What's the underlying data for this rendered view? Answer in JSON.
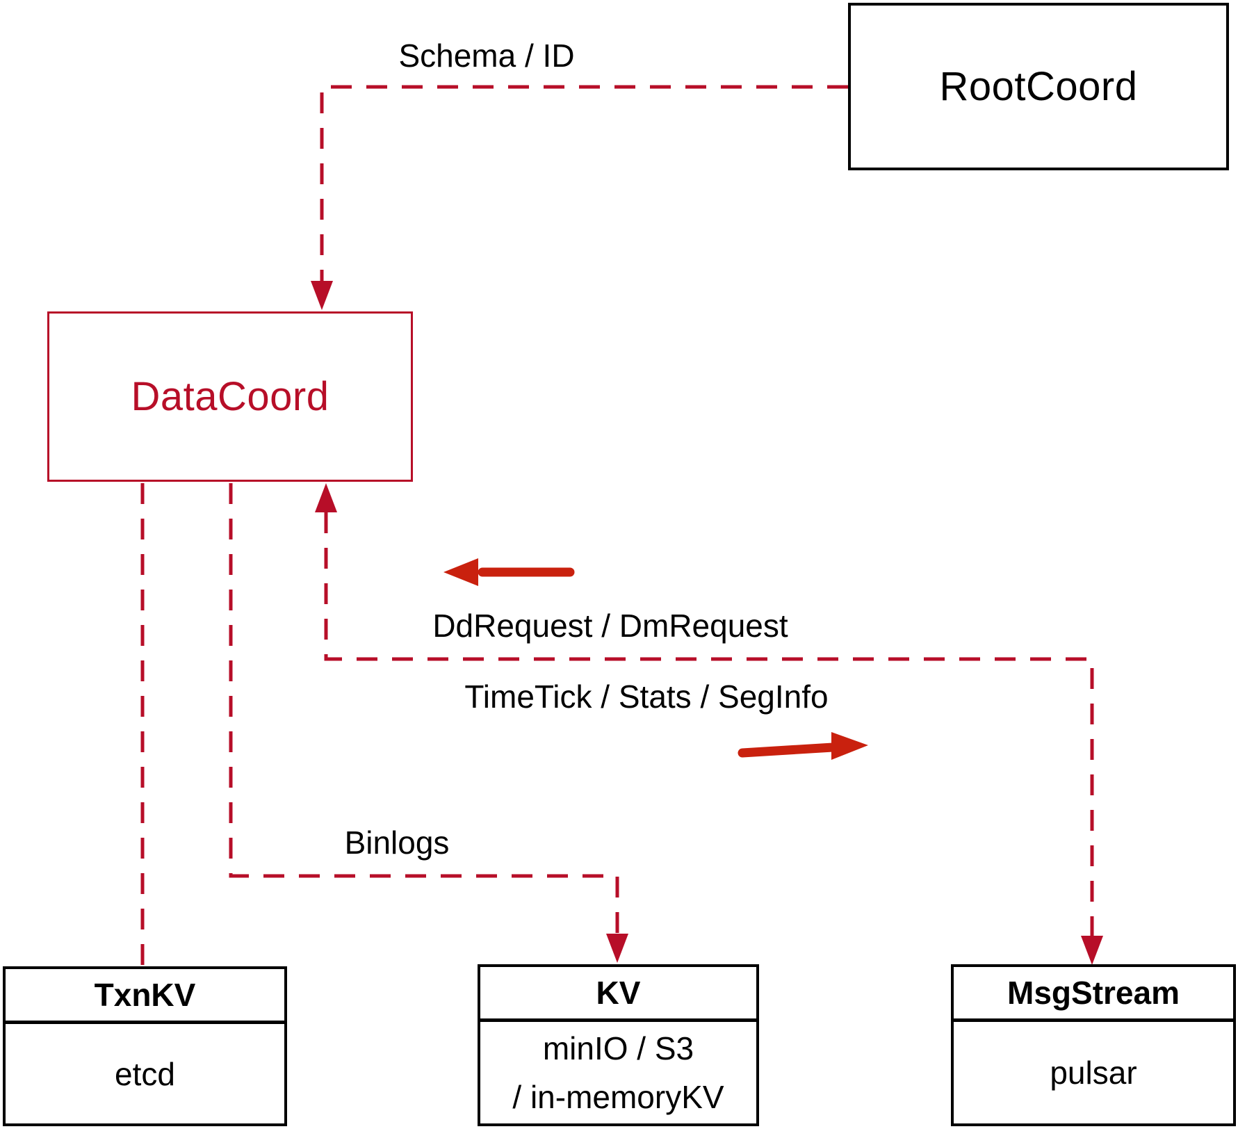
{
  "colors": {
    "line": "#b70e28",
    "arrow": "#c9210e",
    "ink": "#000000",
    "paper": "#ffffff"
  },
  "nodes": {
    "rootcoord": {
      "title": "RootCoord"
    },
    "datacoord": {
      "title": "DataCoord"
    },
    "txnkv": {
      "header": "TxnKV",
      "body": "etcd"
    },
    "kv": {
      "header": "KV",
      "body_line1": "minIO / S3",
      "body_line2": "/ in-memoryKV"
    },
    "msgstream": {
      "header": "MsgStream",
      "body": "pulsar"
    }
  },
  "edge_labels": {
    "schema_id": "Schema / ID",
    "dd_request": "DdRequest / DmRequest",
    "time_tick": "TimeTick / Stats / SegInfo",
    "binlogs": "Binlogs"
  }
}
